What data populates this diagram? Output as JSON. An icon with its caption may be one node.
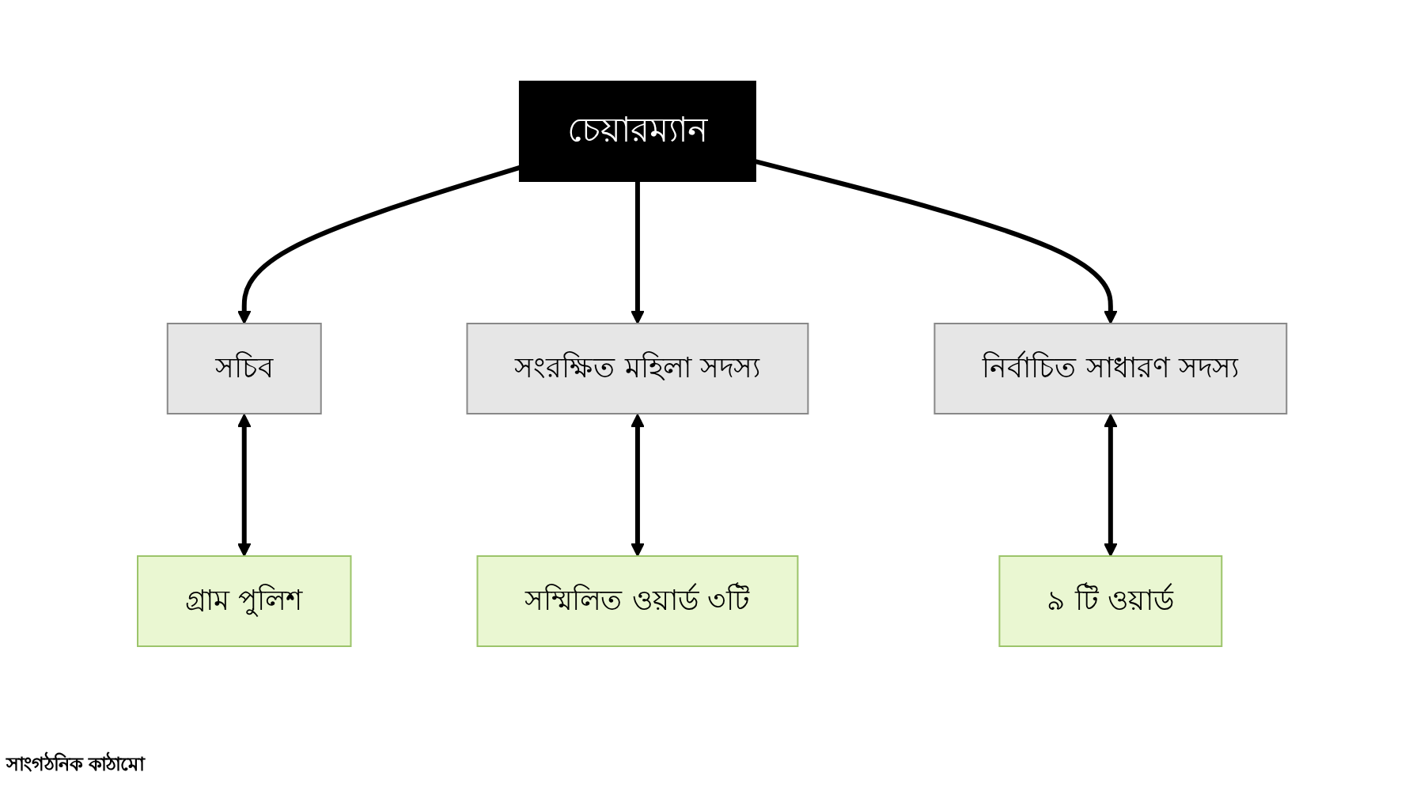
{
  "diagram": {
    "nodes": [
      {
        "text": [
          "চেয়ারম্যান"
        ]
      },
      {
        "text": [
          "সচিব"
        ]
      },
      {
        "text": [
          "সংরক্ষিত মহিলা সদস্য"
        ]
      },
      {
        "text": [
          "নির্বাচিত সাধারণ সদস্য"
        ]
      },
      {
        "text": [
          "গ্রাম পুলিশ"
        ]
      },
      {
        "text": [
          "সম্মিলিত ওয়ার্ড ৩টি"
        ]
      },
      {
        "text": [
          "৯ টি ওয়ার্ড"
        ]
      }
    ],
    "edges": [
      {
        "from": 0,
        "to": 1,
        "arrow": "to"
      },
      {
        "from": 0,
        "to": 2,
        "arrow": "to"
      },
      {
        "from": 0,
        "to": 3,
        "arrow": "to"
      },
      {
        "from": 1,
        "to": 4,
        "arrow": "both"
      },
      {
        "from": 2,
        "to": 5,
        "arrow": "both"
      },
      {
        "from": 3,
        "to": 6,
        "arrow": "both"
      }
    ],
    "labels": [
      "সাংগঠনিক কাঠামো"
    ]
  }
}
